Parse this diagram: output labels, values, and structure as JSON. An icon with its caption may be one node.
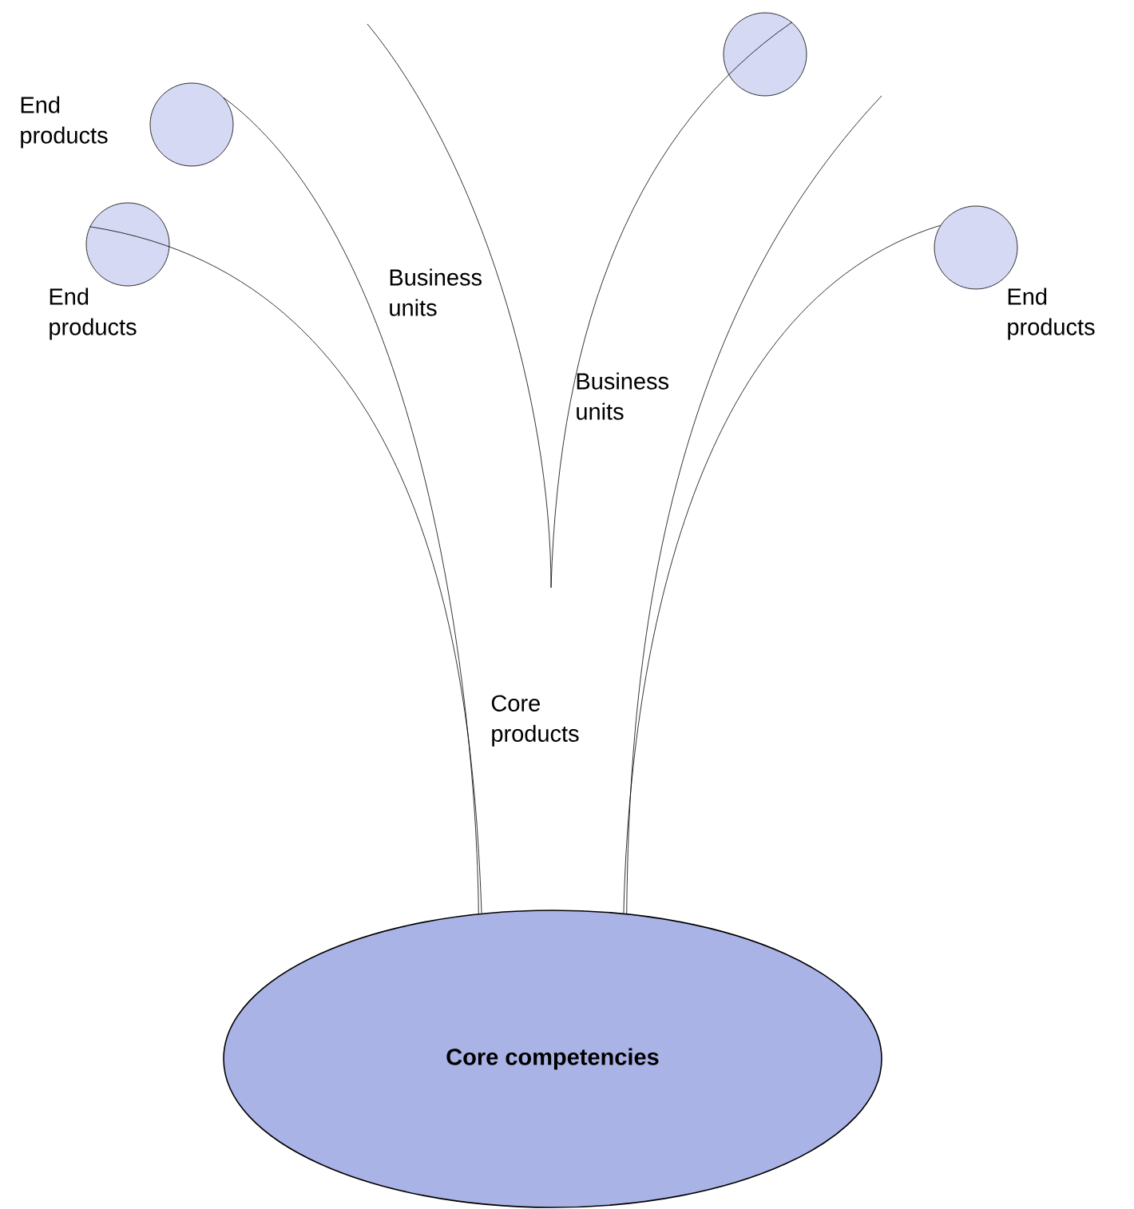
{
  "diagram": {
    "nodes": [
      {
        "text": [],
        "shape": "circle",
        "beside": [
          "End products"
        ]
      },
      {
        "text": [],
        "shape": "circle"
      },
      {
        "text": [],
        "shape": "circle",
        "beside": [
          "End products"
        ]
      },
      {
        "text": [],
        "shape": "circle",
        "beside": [
          "End products"
        ]
      },
      {
        "text": [
          "Core competencies"
        ]
      }
    ],
    "edges": [
      {
        "from": 4,
        "to": 0,
        "arrow": "none"
      },
      {
        "from": 4,
        "to": 2,
        "arrow": "none"
      },
      {
        "from": null,
        "to": 1,
        "arrow": "none"
      },
      {
        "from": 4,
        "to": null,
        "arrow": "none"
      },
      {
        "from": 4,
        "to": 3,
        "arrow": "none"
      }
    ],
    "labels": [
      "Business units",
      "Business units",
      "Core products"
    ]
  }
}
